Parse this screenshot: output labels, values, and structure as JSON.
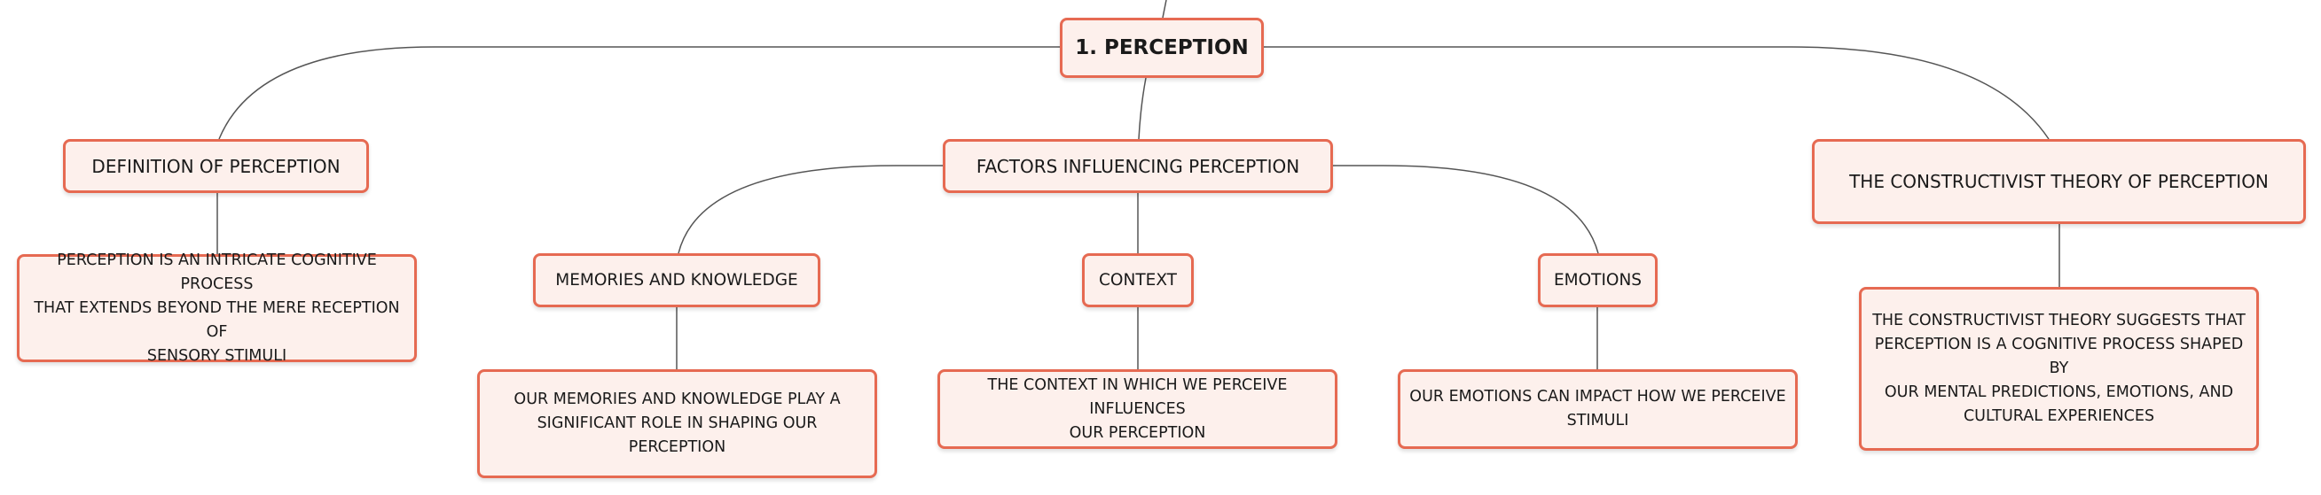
{
  "root": {
    "label": "1. PERCEPTION"
  },
  "definition": {
    "label": "DEFINITION OF PERCEPTION",
    "text": "PERCEPTION IS AN INTRICATE COGNITIVE PROCESS\nTHAT EXTENDS BEYOND THE MERE RECEPTION OF\nSENSORY STIMULI"
  },
  "factors": {
    "label": "FACTORS INFLUENCING PERCEPTION",
    "memories": {
      "label": "MEMORIES AND KNOWLEDGE",
      "text": "OUR MEMORIES AND KNOWLEDGE PLAY A\nSIGNIFICANT ROLE IN SHAPING OUR PERCEPTION"
    },
    "context": {
      "label": "CONTEXT",
      "text": "THE CONTEXT IN WHICH WE PERCEIVE INFLUENCES\nOUR PERCEPTION"
    },
    "emotions": {
      "label": "EMOTIONS",
      "text": "OUR EMOTIONS CAN IMPACT HOW WE PERCEIVE\nSTIMULI"
    }
  },
  "constructivist": {
    "label": "THE CONSTRUCTIVIST THEORY OF PERCEPTION",
    "text": "THE CONSTRUCTIVIST THEORY SUGGESTS THAT\nPERCEPTION IS A COGNITIVE PROCESS SHAPED BY\nOUR MENTAL PREDICTIONS, EMOTIONS, AND\nCULTURAL EXPERIENCES"
  },
  "colors": {
    "node_border": "#e66a52",
    "node_fill": "#fdf0ec",
    "connector": "#555555"
  }
}
